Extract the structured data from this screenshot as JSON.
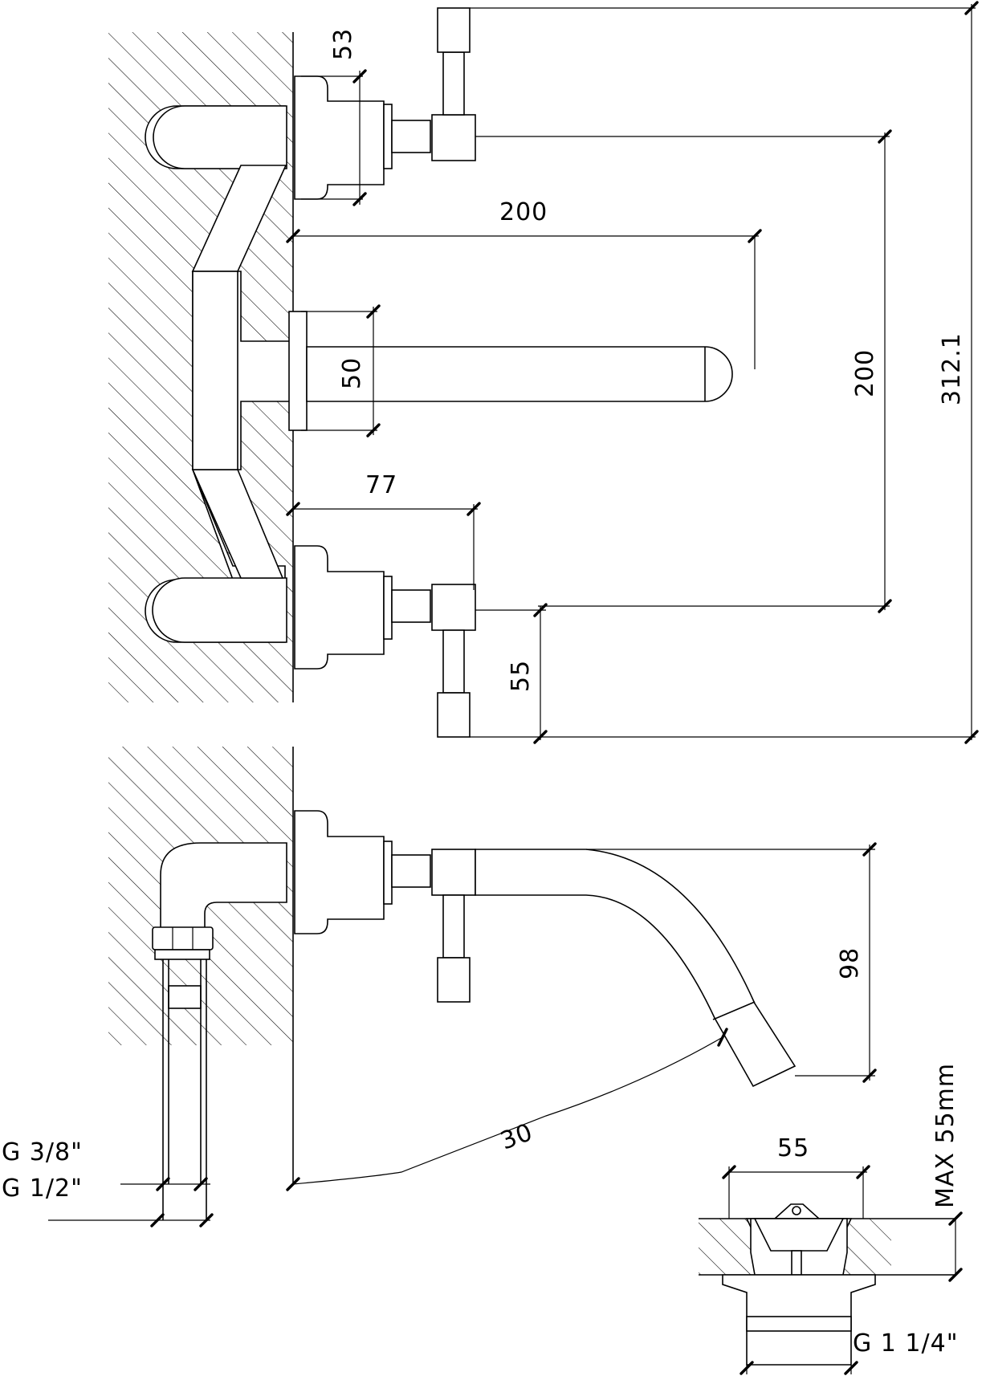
{
  "colors": {
    "line": "#000000",
    "background": "#ffffff"
  },
  "dims": {
    "d53": "53",
    "d200_width": "200",
    "d50": "50",
    "d200_height": "200",
    "d312": "312.1",
    "d77": "77",
    "d55_side": "55",
    "d98": "98",
    "d30": "30",
    "g38": "G 3/8\"",
    "g12": "G 1/2\"",
    "max55": "MAX 55mm",
    "d55_waste": "55",
    "g114": "G 1 1/4\""
  }
}
